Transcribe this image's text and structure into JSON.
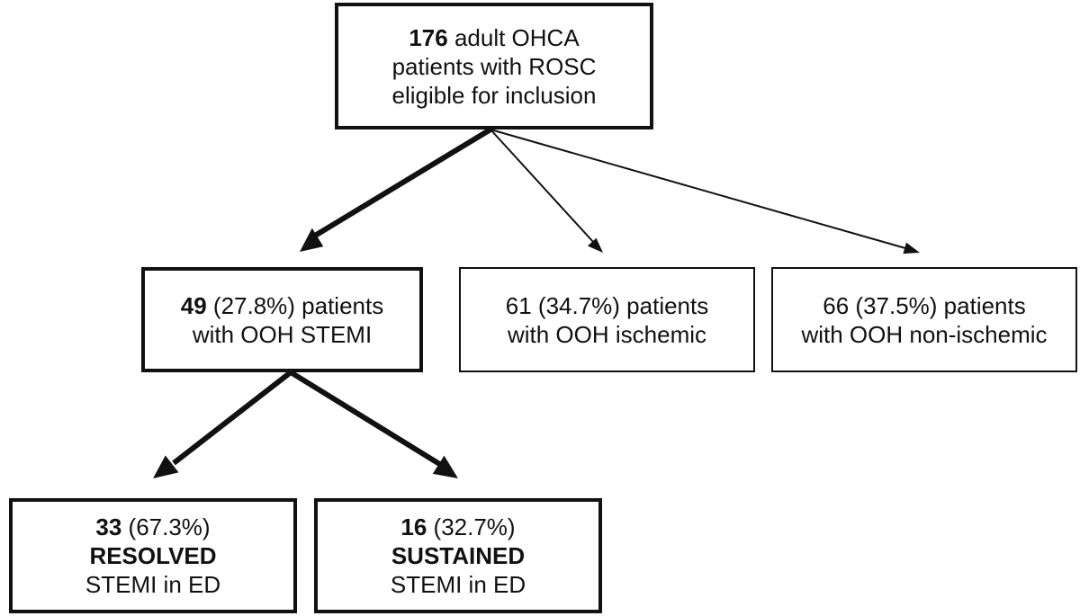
{
  "flowchart": {
    "root": {
      "count": "176",
      "line1_rest": "adult OHCA",
      "line2": "patients with ROSC",
      "line3": "eligible for inclusion"
    },
    "stemi": {
      "count": "49",
      "line1_rest": "(27.8%) patients",
      "line2": "with OOH STEMI"
    },
    "ischemic": {
      "line1": "61 (34.7%) patients",
      "line2": "with OOH ischemic"
    },
    "non_ischemic": {
      "line1": "66 (37.5%) patients",
      "line2": "with OOH non-ischemic"
    },
    "resolved": {
      "count": "33",
      "pct": "(67.3%)",
      "label": "RESOLVED",
      "line3": "STEMI in ED"
    },
    "sustained": {
      "count": "16",
      "pct": "(32.7%)",
      "label": "SUSTAINED",
      "line3": "STEMI in ED"
    }
  }
}
